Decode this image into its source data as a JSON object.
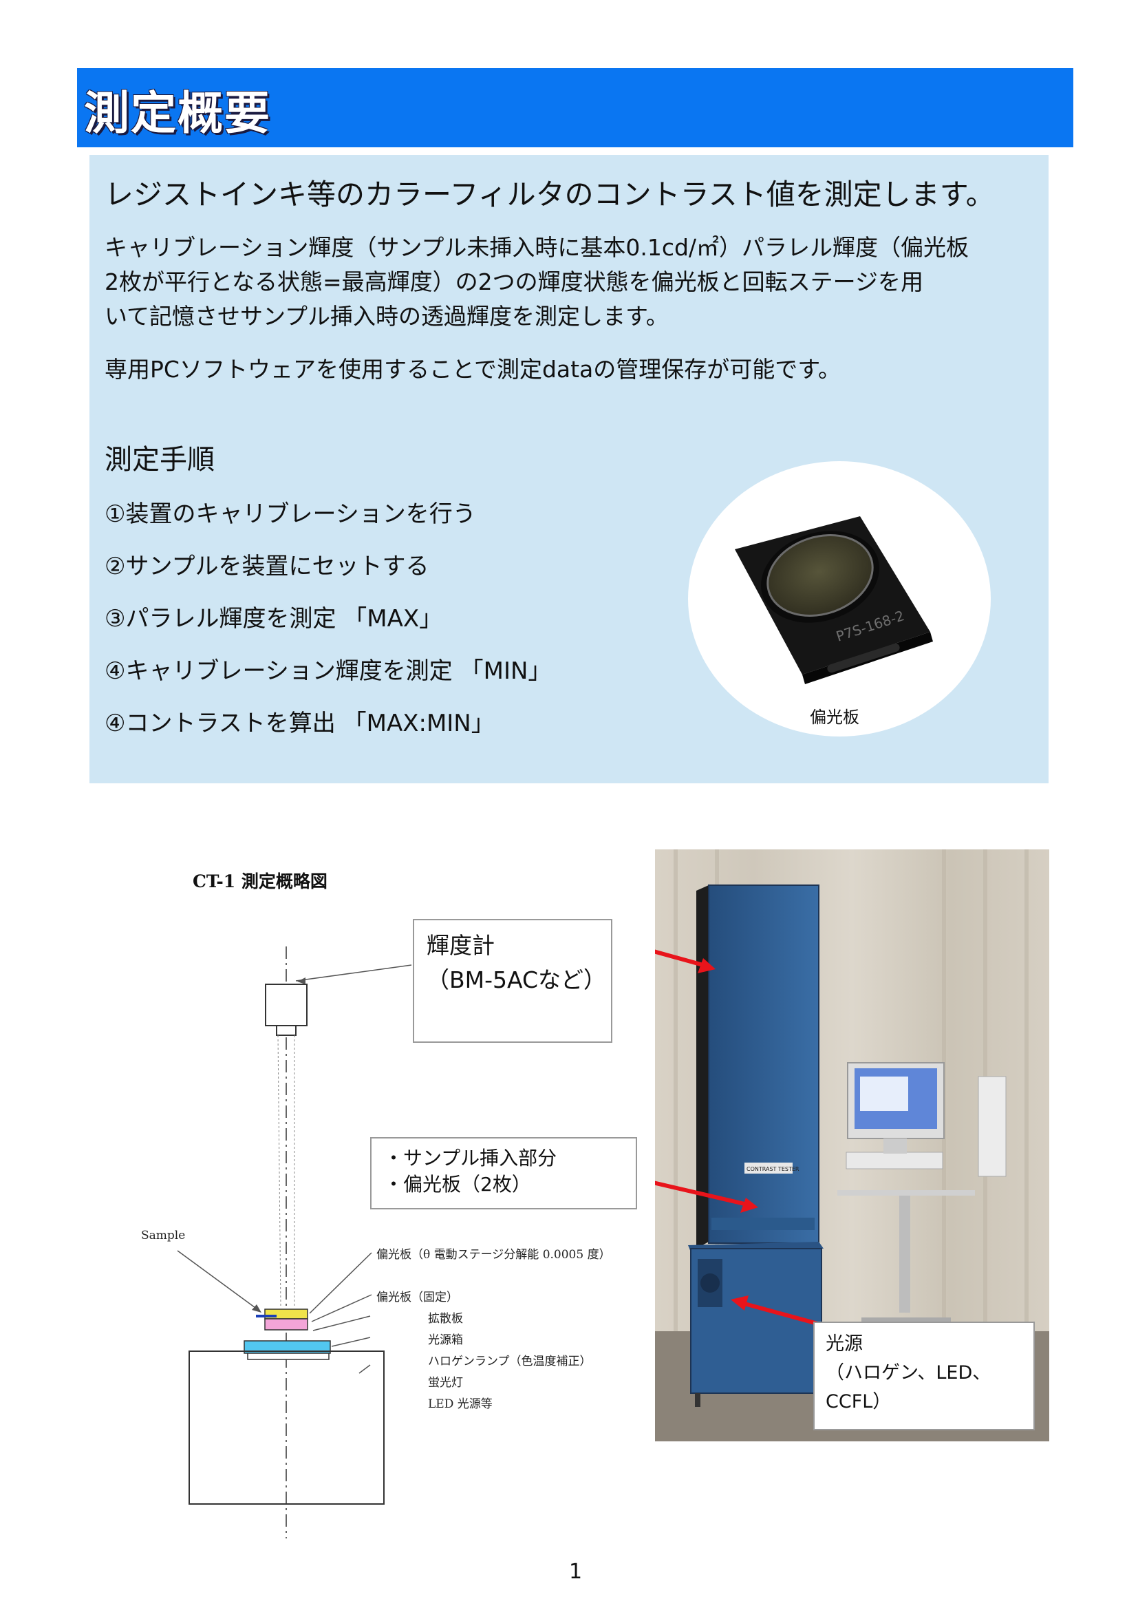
{
  "header": {
    "title": "測定概要"
  },
  "intro": {
    "lead": "レジストインキ等のカラーフィルタのコントラスト値を測定します。",
    "paragraph1_lines": [
      "キャリブレーション輝度（サンプル未挿入時に基本0.1cd/㎡）パラレル輝度（偏光板",
      "2枚が平行となる状態=最高輝度）の2つの輝度状態を偏光板と回転ステージを用",
      "いて記憶させサンプル挿入時の透過輝度を測定します。"
    ],
    "paragraph2": "専用PCソフトウェアを使用することで測定dataの管理保存が可能です。"
  },
  "procedure": {
    "title": "測定手順",
    "steps": [
      "①装置のキャリブレーションを行う",
      "②サンプルを装置にセットする",
      "③パラレル輝度を測定 「MAX」",
      "④キャリブレーション輝度を測定 「MIN」",
      "④コントラストを算出 「MAX:MIN」"
    ]
  },
  "polarizer": {
    "caption": "偏光板",
    "plate_label": "P7S-168-2"
  },
  "schematic": {
    "title": "CT-1 測定概略図",
    "sample_label": "Sample",
    "labels": [
      "偏光板（θ 電動ステージ分解能 0.0005 度）",
      "偏光板（固定）",
      "拡散板",
      "光源箱",
      "ハロゲンランプ（色温度補正）",
      "蛍光灯",
      "LED 光源等"
    ]
  },
  "callouts": {
    "meter": [
      "輝度計",
      "（BM-5ACなど）"
    ],
    "sample": [
      "・サンプル挿入部分",
      "・偏光板（2枚）"
    ],
    "light": [
      "光源",
      "（ハロゲン、LED、",
      "CCFL）"
    ]
  },
  "photo": {
    "device_label": "CONTRAST TESTER"
  },
  "colors": {
    "header_blue": "#0a76f2",
    "panel_blue": "#cfe6f4",
    "device_blue": "#2f5e93",
    "arrow_red": "#e8141b"
  },
  "page": {
    "number": "1"
  }
}
